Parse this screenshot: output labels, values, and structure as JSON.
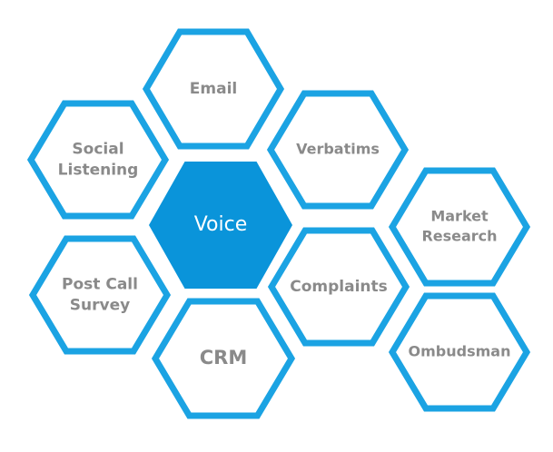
{
  "colors": {
    "outline": "#1ba3e3",
    "center_fill": "#0a94da",
    "label_text": "#8a8a8a",
    "center_text": "#ffffff"
  },
  "hexagons": [
    {
      "id": "email",
      "lines": [
        "Email"
      ],
      "highlight": false
    },
    {
      "id": "social-listening",
      "lines": [
        "Social",
        "Listening"
      ],
      "highlight": false
    },
    {
      "id": "verbatims",
      "lines": [
        "Verbatims"
      ],
      "highlight": false
    },
    {
      "id": "voice",
      "lines": [
        "Voice"
      ],
      "highlight": true
    },
    {
      "id": "market-research",
      "lines": [
        "Market",
        "Research"
      ],
      "highlight": false
    },
    {
      "id": "post-call-survey",
      "lines": [
        "Post Call",
        "Survey"
      ],
      "highlight": false
    },
    {
      "id": "complaints",
      "lines": [
        "Complaints"
      ],
      "highlight": false
    },
    {
      "id": "crm",
      "lines": [
        "CRM"
      ],
      "highlight": false
    },
    {
      "id": "ombudsman",
      "lines": [
        "Ombudsman"
      ],
      "highlight": false
    }
  ]
}
